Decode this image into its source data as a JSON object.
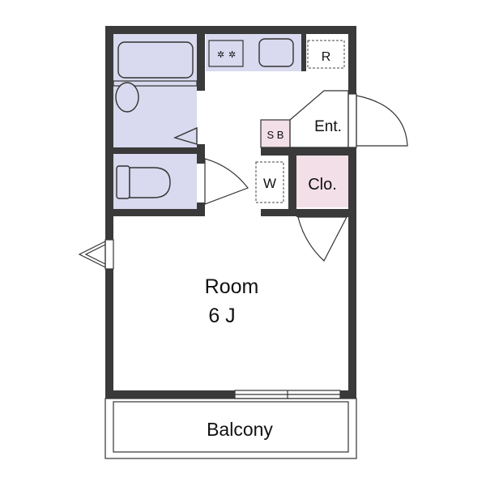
{
  "rooms": {
    "main": "Room",
    "main_size": "6 J",
    "balcony": "Balcony",
    "entrance": "Ent.",
    "closet": "Clo.",
    "shoe_box": "S B",
    "washer": "W",
    "fridge": "R"
  },
  "colors": {
    "wall": "#3a3a3a",
    "wet_area": "#d9d9ef",
    "closet_area": "#f2dfe7"
  }
}
